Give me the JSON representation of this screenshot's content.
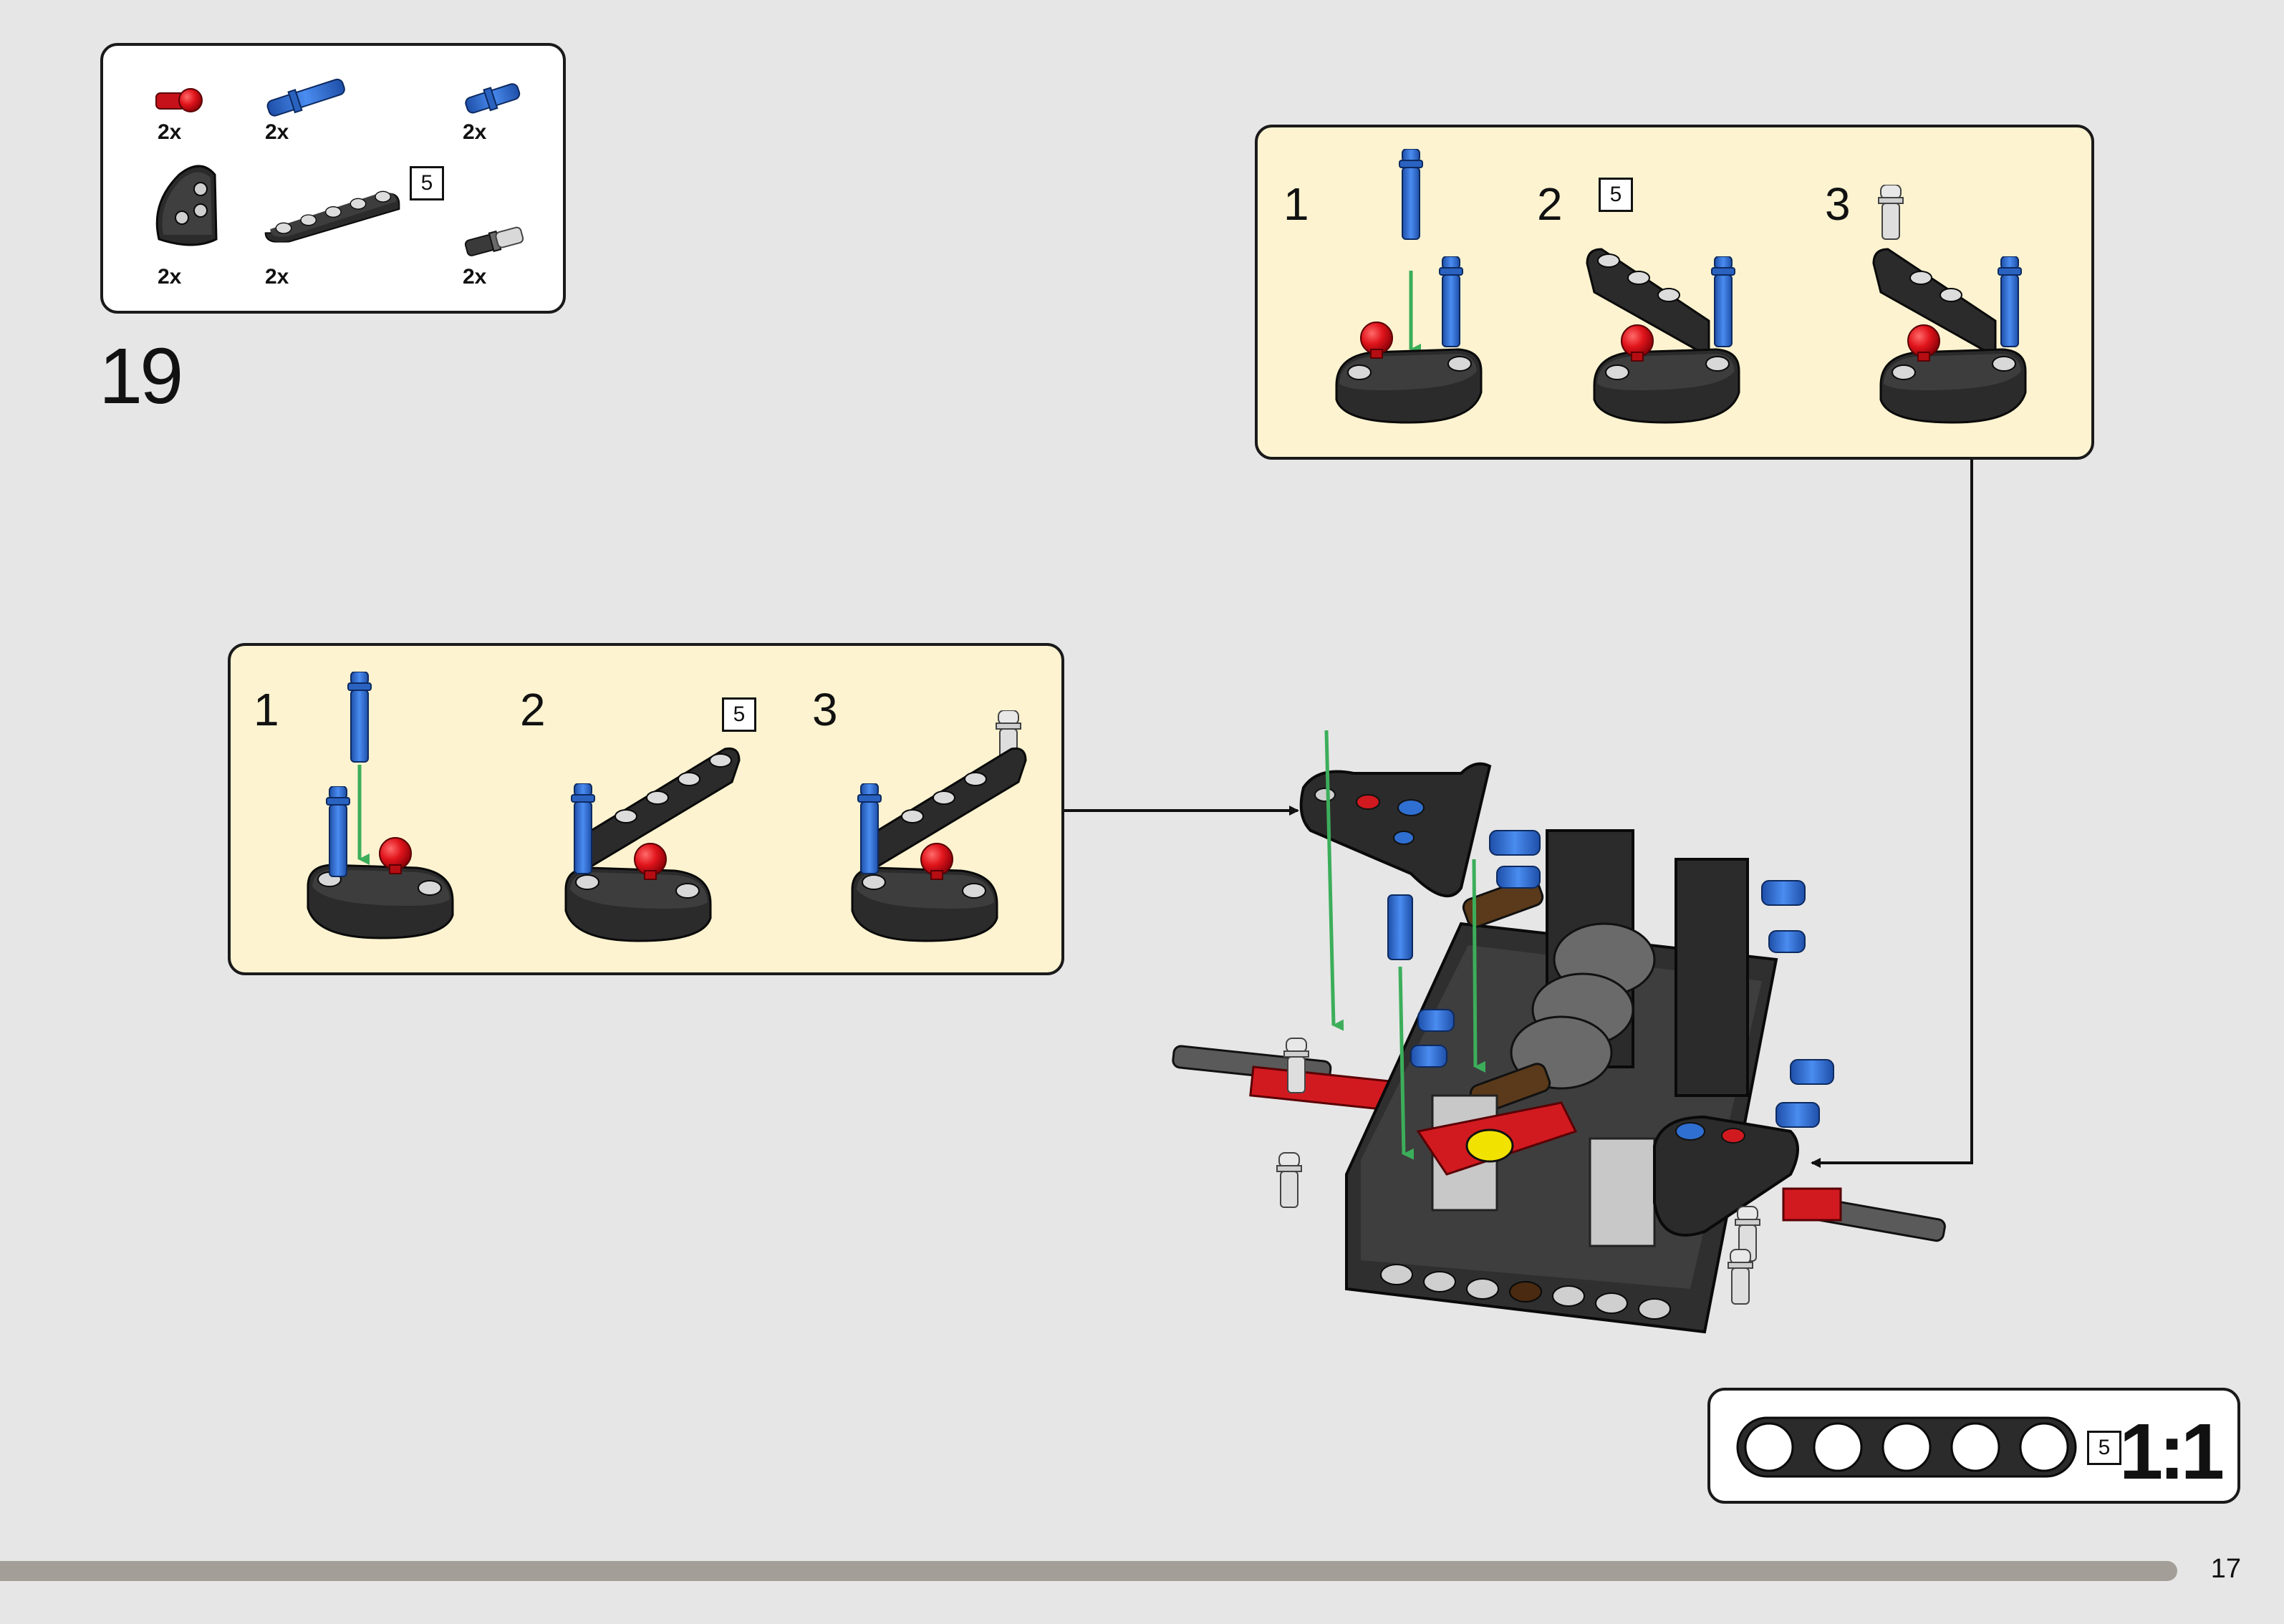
{
  "step_number": "19",
  "parts_list": {
    "items": [
      {
        "name": "red-pin-ball-part",
        "qty": "2x"
      },
      {
        "name": "blue-axle-pin-long-part",
        "qty": "2x"
      },
      {
        "name": "blue-pin-part",
        "qty": "2x"
      },
      {
        "name": "black-triangular-liftarm-part",
        "qty": "2x"
      },
      {
        "name": "black-beam-5-part",
        "qty": "2x",
        "length": "5"
      },
      {
        "name": "grey-pin-part",
        "qty": "2x"
      }
    ]
  },
  "subassembly_top": {
    "steps": [
      {
        "number": "1"
      },
      {
        "number": "2",
        "length": "5"
      },
      {
        "number": "3"
      }
    ]
  },
  "subassembly_left": {
    "steps": [
      {
        "number": "1"
      },
      {
        "number": "2",
        "length": "5"
      },
      {
        "number": "3"
      }
    ]
  },
  "scale_reference": {
    "length": "5",
    "ratio": "1:1"
  },
  "page_number": "17",
  "colors": {
    "background": "#e6e6e6",
    "callout_bg": "#fdf3d0",
    "beam_black": "#2b2b2b",
    "pin_blue": "#2f6fd1",
    "pin_red": "#e0141b",
    "arrow_green": "#3cae5a",
    "progress_bar": "#a39f98"
  }
}
